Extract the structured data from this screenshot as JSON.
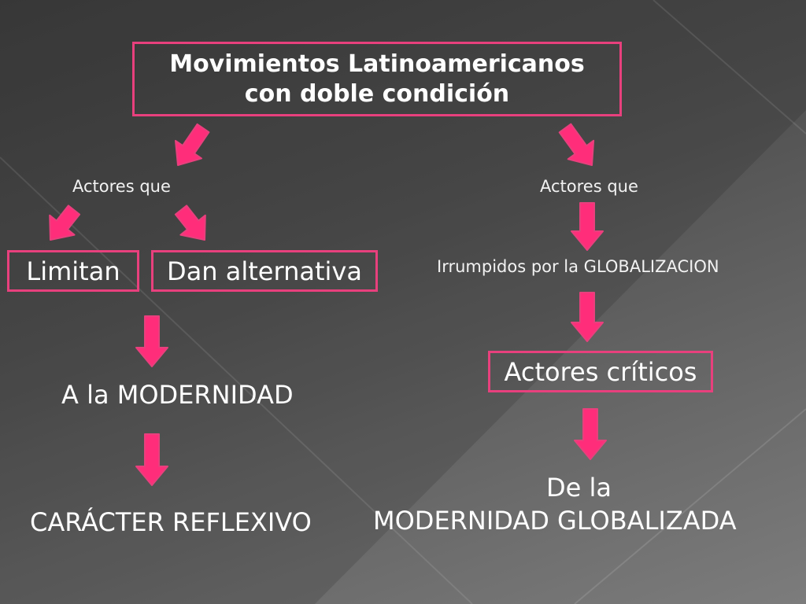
{
  "title": {
    "line1": "Movimientos Latinoamericanos",
    "line2": "con doble condición"
  },
  "left": {
    "actores_label": "Actores que",
    "limitan": "Limitan",
    "dan_alternativa": "Dan alternativa",
    "modernidad": "A la MODERNIDAD",
    "caracter": "CARÁCTER REFLEXIVO"
  },
  "right": {
    "actores_label": "Actores que",
    "irrumpidos": "Irrumpidos por la GLOBALIZACION",
    "actores_criticos": "Actores críticos",
    "globalizada_line1": "De la",
    "globalizada_line2": "MODERNIDAD GLOBALIZADA"
  },
  "colors": {
    "accent": "#e8407d",
    "arrow_fill": "#ff2d7a",
    "text": "#ffffff"
  }
}
